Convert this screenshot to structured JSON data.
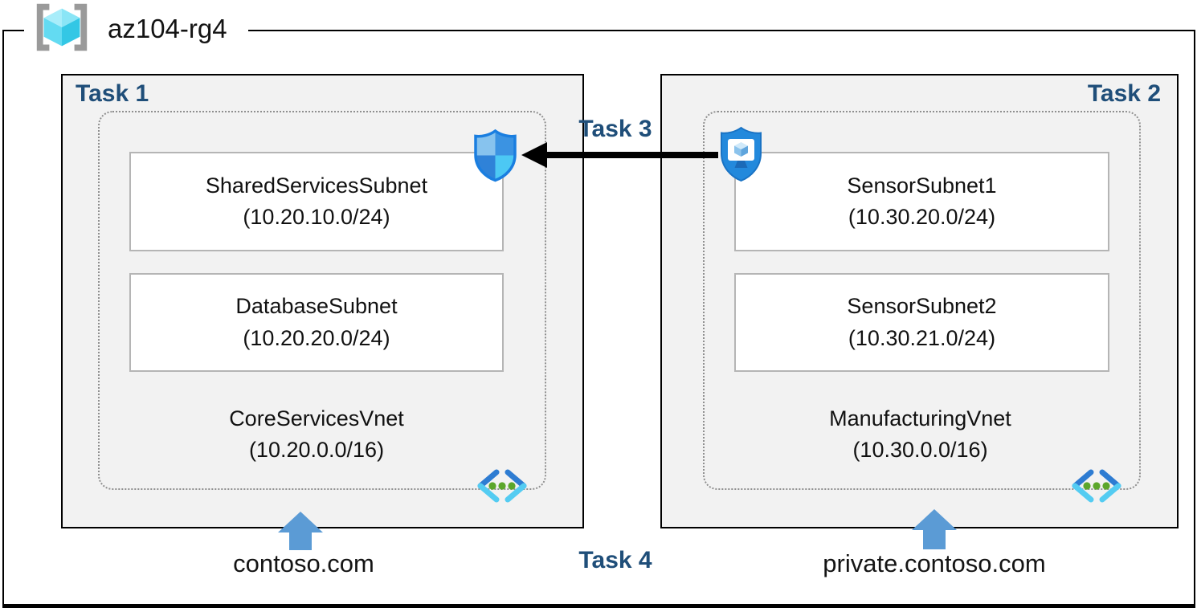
{
  "resource_group": {
    "name": "az104-rg4",
    "icon": "resource-group-icon"
  },
  "tasks": {
    "task1": "Task 1",
    "task2": "Task 2",
    "task3": "Task 3",
    "task4": "Task 4"
  },
  "vnets": [
    {
      "name": "CoreServicesVnet",
      "cidr": "(10.20.0.0/16)",
      "icon": "virtual-network-icon",
      "security_icon": "network-security-group-icon",
      "dns_zone": "contoso.com",
      "subnets": [
        {
          "name": "SharedServicesSubnet",
          "cidr": "(10.20.10.0/24)"
        },
        {
          "name": "DatabaseSubnet",
          "cidr": "(10.20.20.0/24)"
        }
      ]
    },
    {
      "name": "ManufacturingVnet",
      "cidr": "(10.30.0.0/16)",
      "icon": "virtual-network-icon",
      "security_icon": "bastion-shield-icon",
      "dns_zone": "private.contoso.com",
      "subnets": [
        {
          "name": "SensorSubnet1",
          "cidr": "(10.30.20.0/24)"
        },
        {
          "name": "SensorSubnet2",
          "cidr": "(10.30.21.0/24)"
        }
      ]
    }
  ],
  "connections": [
    {
      "from": "bastion-shield-icon",
      "to": "network-security-group-icon",
      "label": "Task 3",
      "style": "black-left-arrow"
    },
    {
      "from": "contoso.com",
      "to": "Task 1 box",
      "style": "blue-up-arrow"
    },
    {
      "from": "private.contoso.com",
      "to": "Task 2 box",
      "style": "blue-up-arrow"
    }
  ],
  "colors": {
    "task_label": "#1f4e79",
    "box_fill": "#f2f2f2",
    "box_border": "#000000",
    "dotted_border": "#8f8f8f",
    "subnet_border": "#b5b5b5",
    "blue_arrow": "#5b9bd5",
    "black_arrow": "#000000",
    "vnet_icon_blue": "#2e7cd2",
    "vnet_icon_cyan": "#54ccf2",
    "vnet_icon_green": "#5ba62b",
    "shield_outline": "#1a7ee0"
  }
}
